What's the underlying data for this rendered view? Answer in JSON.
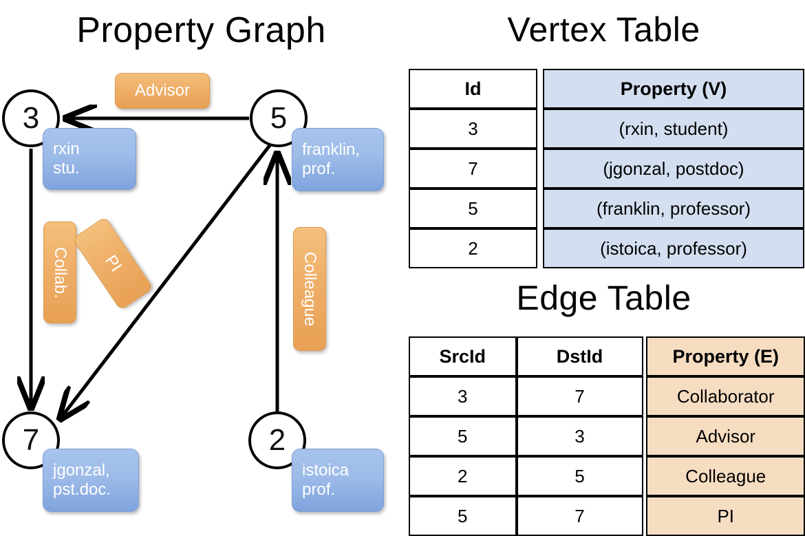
{
  "titles": {
    "property_graph": "Property Graph",
    "vertex_table": "Vertex Table",
    "edge_table": "Edge Table"
  },
  "graph": {
    "nodes": [
      {
        "id": "3",
        "property_lines": [
          "rxin",
          "stu."
        ]
      },
      {
        "id": "5",
        "property_lines": [
          "franklin,",
          "prof."
        ]
      },
      {
        "id": "7",
        "property_lines": [
          "jgonzal,",
          "pst.doc."
        ]
      },
      {
        "id": "2",
        "property_lines": [
          "istoica",
          "prof."
        ]
      }
    ],
    "edge_labels": [
      {
        "name": "advisor",
        "text": "Advisor"
      },
      {
        "name": "collab",
        "text": "Collab."
      },
      {
        "name": "pi",
        "text": "PI"
      },
      {
        "name": "colleague",
        "text": "Colleague"
      }
    ]
  },
  "vertex_table": {
    "headers": [
      "Id",
      "Property (V)"
    ],
    "rows": [
      {
        "id": "3",
        "property": "(rxin, student)"
      },
      {
        "id": "7",
        "property": "(jgonzal, postdoc)"
      },
      {
        "id": "5",
        "property": "(franklin, professor)"
      },
      {
        "id": "2",
        "property": "(istoica, professor)"
      }
    ]
  },
  "edge_table": {
    "headers": [
      "SrcId",
      "DstId",
      "Property (E)"
    ],
    "rows": [
      {
        "src": "3",
        "dst": "7",
        "property": "Collaborator"
      },
      {
        "src": "5",
        "dst": "3",
        "property": "Advisor"
      },
      {
        "src": "2",
        "dst": "5",
        "property": "Colleague"
      },
      {
        "src": "5",
        "dst": "7",
        "property": "PI"
      }
    ]
  },
  "colors": {
    "vertex_property_fill": "#d3dff0",
    "edge_property_fill": "#f6ddc2",
    "node_callout_blue": "#9dbbe8",
    "edge_label_orange": "#efb06a",
    "stroke": "#000000",
    "background": "#ffffff"
  }
}
